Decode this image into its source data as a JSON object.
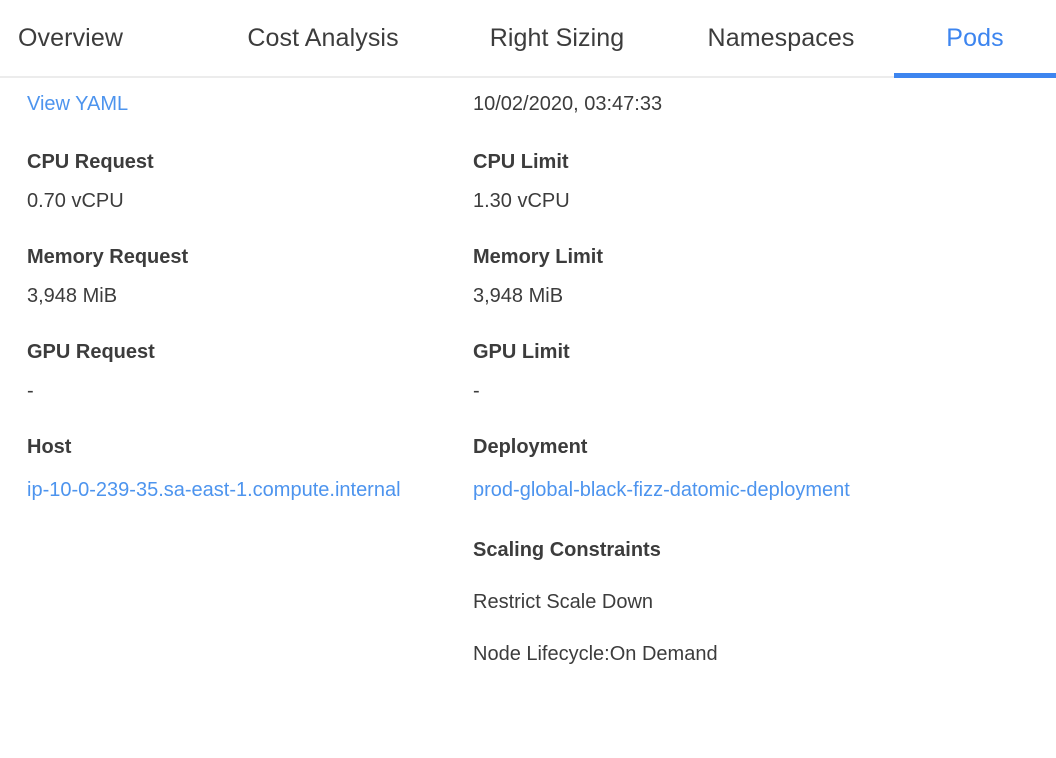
{
  "tabs": [
    {
      "label": "Overview",
      "active": false
    },
    {
      "label": "Cost Analysis",
      "active": false
    },
    {
      "label": "Right Sizing",
      "active": false
    },
    {
      "label": "Namespaces",
      "active": false
    },
    {
      "label": "Pods",
      "active": true
    }
  ],
  "colors": {
    "accent": "#3d85ef",
    "link": "#4d94ee",
    "text": "#3c3c3c",
    "divider": "#ececec"
  },
  "detail": {
    "left": {
      "view_yaml": "View YAML",
      "cpu_request_label": "CPU Request",
      "cpu_request_value": "0.70 vCPU",
      "memory_request_label": "Memory Request",
      "memory_request_value": "3,948 MiB",
      "gpu_request_label": "GPU Request",
      "gpu_request_value": "-",
      "host_label": "Host",
      "host_value": "ip-10-0-239-35.sa-east-1.compute.internal"
    },
    "right": {
      "timestamp": "10/02/2020, 03:47:33",
      "cpu_limit_label": "CPU Limit",
      "cpu_limit_value": "1.30 vCPU",
      "memory_limit_label": "Memory Limit",
      "memory_limit_value": "3,948 MiB",
      "gpu_limit_label": "GPU Limit",
      "gpu_limit_value": "-",
      "deployment_label": "Deployment",
      "deployment_value": "prod-global-black-fizz-datomic-deployment",
      "scaling_label": "Scaling Constraints",
      "scaling_items": [
        "Restrict Scale Down",
        "Node Lifecycle:On Demand"
      ]
    }
  }
}
